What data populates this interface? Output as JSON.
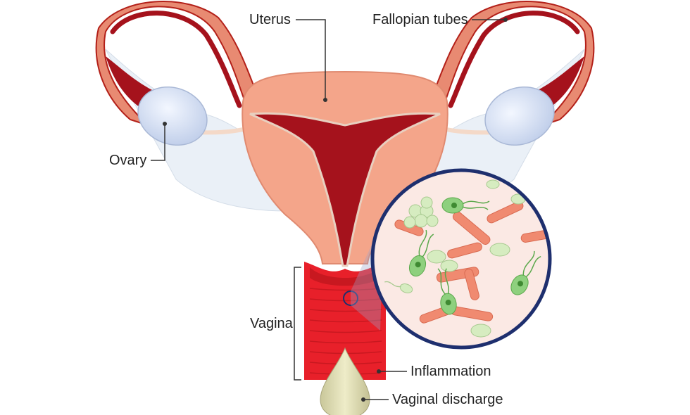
{
  "labels": {
    "uterus": "Uterus",
    "fallopian_tubes": "Fallopian tubes",
    "ovary": "Ovary",
    "vagina": "Vagina",
    "inflammation": "Inflammation",
    "vaginal_discharge": "Vaginal discharge"
  },
  "colors": {
    "uterus_wall": "#f4a58a",
    "endometrium": "#a5121c",
    "vagina_inflamed": "#e8202a",
    "ovary": "#d8e4f6",
    "ligament": "#e9eff6",
    "discharge": "#e6e4b8",
    "lens_border": "#1e2f6e",
    "lens_bg": "#fbe9e4",
    "bacteria_rod": "#f08a70",
    "cocci": "#d6ecc0",
    "trichomonas": "#8ed07e"
  }
}
